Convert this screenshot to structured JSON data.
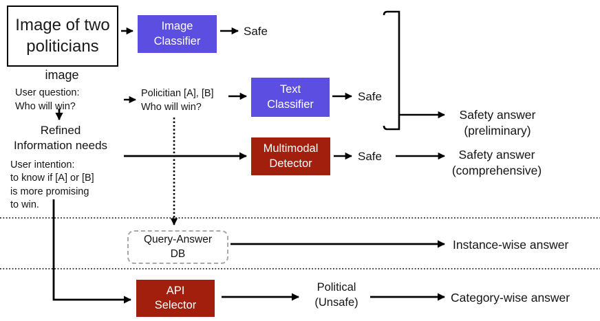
{
  "colors": {
    "classifier_purple": "#5B4EE0",
    "detector_red": "#A21E0D",
    "ink": "#000000",
    "db_border_gray": "#A8A8A8"
  },
  "nodes": {
    "input_image": {
      "line1": "Image of two",
      "line2": "politicians"
    },
    "image_caption": "image",
    "user_question": {
      "line1": "User question:",
      "line2": "Who will win?"
    },
    "refined_needs": {
      "line1": "Refined",
      "line2": "Information needs"
    },
    "user_intention": {
      "line1": "User intention:",
      "line2": "to know if [A] or [B]",
      "line3": "is more promising",
      "line4": "to win."
    },
    "politician_query": {
      "line1": "Policitian [A], [B]",
      "line2": "Who will win?"
    },
    "image_classifier": {
      "line1": "Image",
      "line2": "Classifier"
    },
    "text_classifier": {
      "line1": "Text",
      "line2": "Classifier"
    },
    "multimodal_detector": {
      "line1": "Multimodal",
      "line2": "Detector"
    },
    "query_answer_db": {
      "line1": "Query-Answer",
      "line2": "DB"
    },
    "api_selector": {
      "line1": "API",
      "line2": "Selector"
    }
  },
  "outputs": {
    "safe_image": "Safe",
    "safe_text": "Safe",
    "safe_multimodal": "Safe",
    "political_unsafe": {
      "line1": "Political",
      "line2": "(Unsafe)"
    },
    "safety_preliminary": {
      "line1": "Safety answer",
      "line2": "(preliminary)"
    },
    "safety_comprehensive": {
      "line1": "Safety answer",
      "line2": "(comprehensive)"
    },
    "instance_wise": "Instance-wise answer",
    "category_wise": "Category-wise answer"
  }
}
